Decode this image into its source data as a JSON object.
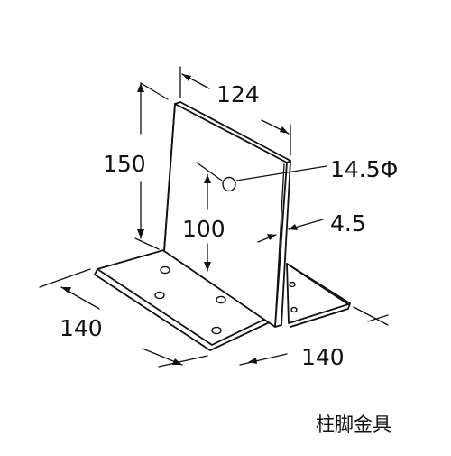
{
  "diagram": {
    "caption": "柱脚金具",
    "dimensions": {
      "width_top": "124",
      "height_plate": "150",
      "hole_diameter": "14.5Φ",
      "bolt_height": "100",
      "thickness": "4.5",
      "base_left": "140",
      "base_right": "140"
    }
  }
}
